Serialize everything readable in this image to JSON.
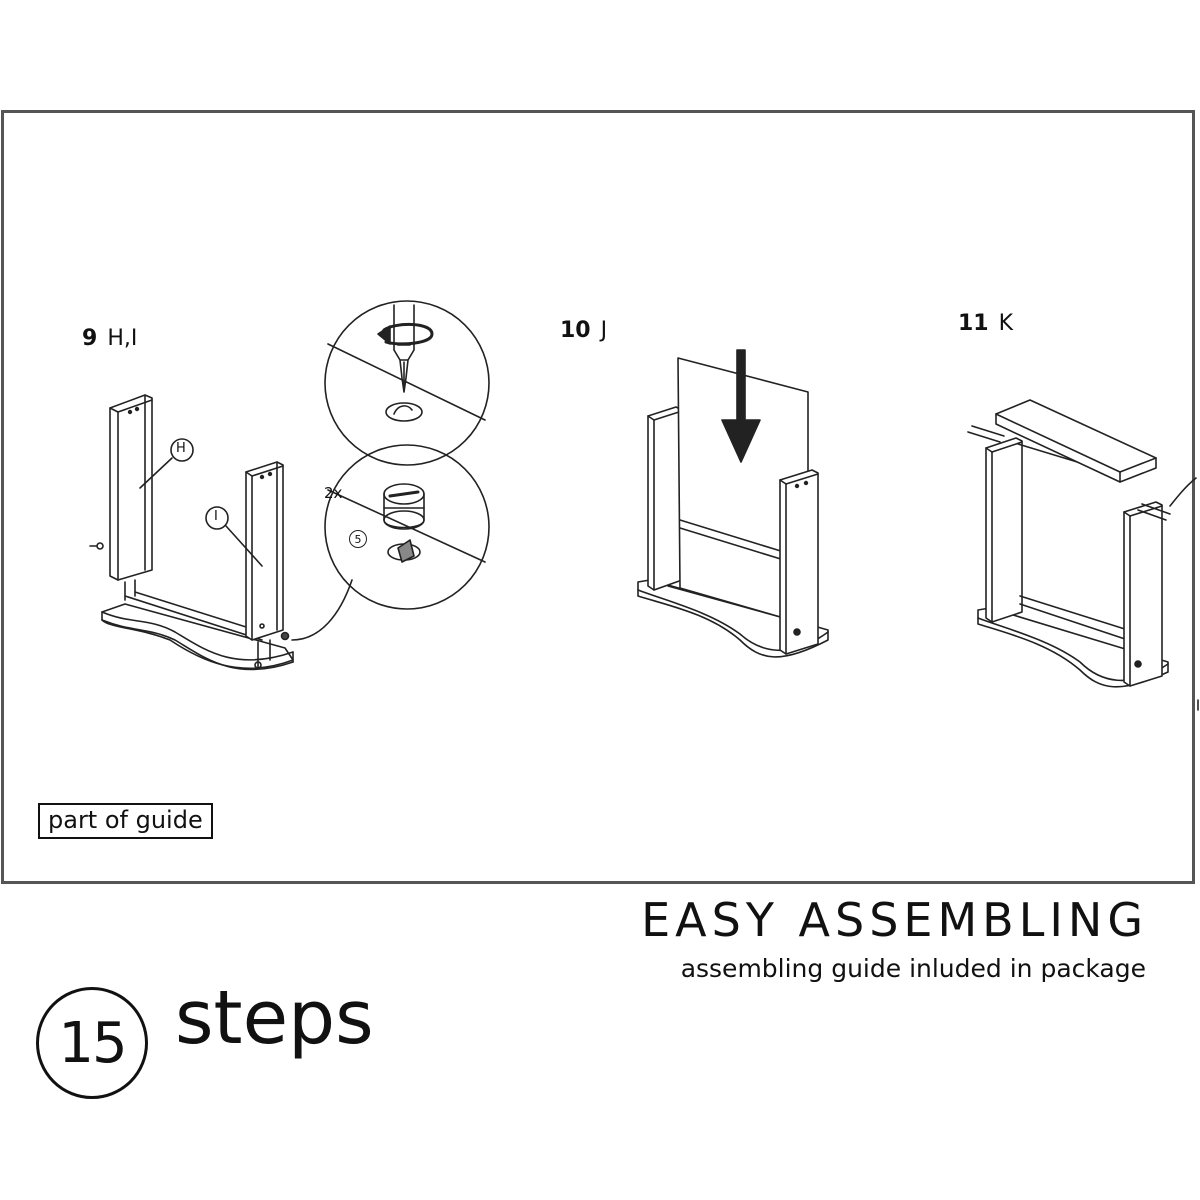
{
  "guide": {
    "steps": [
      {
        "number": "9",
        "parts": "H,I"
      },
      {
        "number": "10",
        "parts": "J"
      },
      {
        "number": "11",
        "parts": "K"
      }
    ],
    "callouts": {
      "part_h": "H",
      "part_i": "I",
      "quantity": "2x",
      "fitting_ref": "5"
    },
    "part_of_guide_label": "part of guide"
  },
  "banner": {
    "headline": "EASY ASSEMBLING",
    "subline": "assembling guide inluded in package",
    "steps_count": "15",
    "steps_label": "steps"
  },
  "icons": {
    "screwdriver": "screwdriver-icon",
    "rotation": "rotate-arrow-icon",
    "cam_lock": "cam-lock-icon",
    "down_arrow": "down-arrow-icon"
  }
}
